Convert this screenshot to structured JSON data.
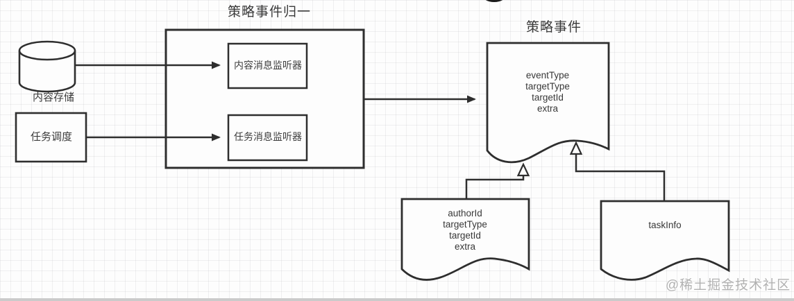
{
  "diagram": {
    "group_title": "策略事件归一",
    "event_title": "策略事件",
    "nodes": {
      "content_store": "内容存储",
      "task_scheduler": "任务调度",
      "content_listener": "内容消息监听器",
      "task_listener": "任务消息监听器"
    },
    "strategy_event_doc": {
      "fields": [
        "eventType",
        "targetType",
        "targetId",
        "extra"
      ]
    },
    "content_event_doc": {
      "fields": [
        "authorId",
        "targetType",
        "targetId",
        "extra"
      ]
    },
    "task_event_doc": {
      "label": "taskInfo"
    }
  },
  "watermark": "@稀土掘金技术社区",
  "colors": {
    "stroke": "#2e2e2e",
    "text": "#3c3c3c",
    "watermark": "#b1b1b1"
  }
}
